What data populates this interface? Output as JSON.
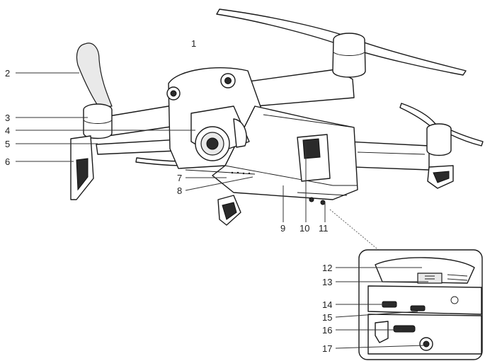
{
  "callouts": [
    {
      "num": "1"
    },
    {
      "num": "2"
    },
    {
      "num": "3"
    },
    {
      "num": "4"
    },
    {
      "num": "5"
    },
    {
      "num": "6"
    },
    {
      "num": "7"
    },
    {
      "num": "8"
    },
    {
      "num": "9"
    },
    {
      "num": "10"
    },
    {
      "num": "11"
    },
    {
      "num": "12"
    },
    {
      "num": "13"
    },
    {
      "num": "14"
    },
    {
      "num": "15"
    },
    {
      "num": "16"
    },
    {
      "num": "17"
    }
  ],
  "colors": {
    "line": "#1a1a1a",
    "background": "#ffffff"
  }
}
